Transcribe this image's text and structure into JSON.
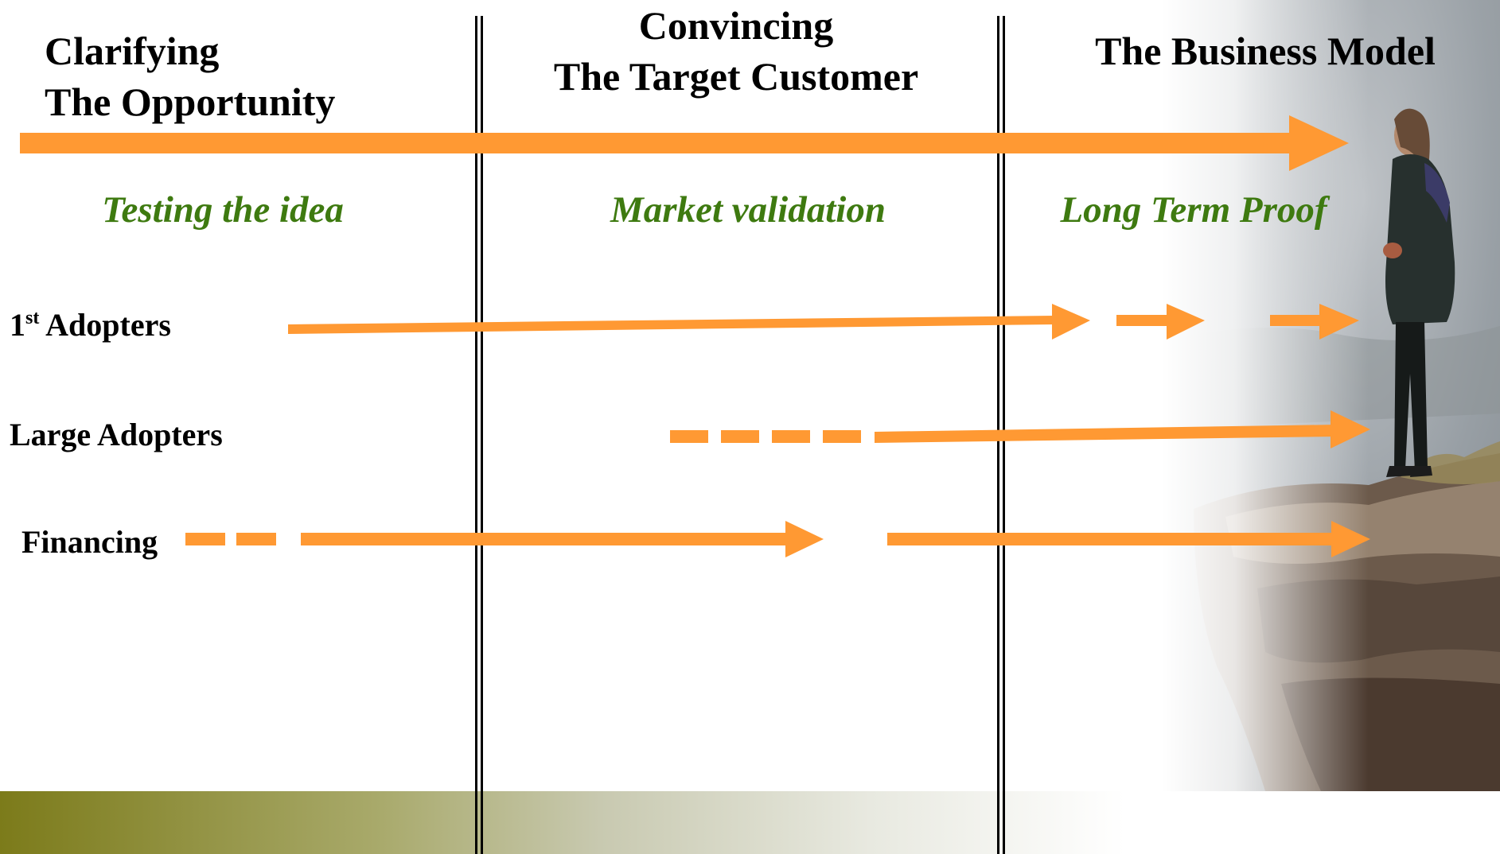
{
  "stages": [
    {
      "line1": "Clarifying",
      "line2": "The Opportunity"
    },
    {
      "line1": "Convincing",
      "line2": "The Target Customer"
    },
    {
      "line1": "The Business Model",
      "line2": ""
    }
  ],
  "phases": [
    "Testing the idea",
    "Market validation",
    "Long Term Proof"
  ],
  "rows": {
    "first_adopters": {
      "main": "1",
      "sup": "st",
      "rest": " Adopters"
    },
    "large_adopters": "Large Adopters",
    "financing": "Financing"
  },
  "colors": {
    "arrow": "#FF9933",
    "phase_text": "#3E7A10",
    "band_start": "#7C7B1A"
  },
  "photo": {
    "icon": "person-on-cliff-photo"
  }
}
